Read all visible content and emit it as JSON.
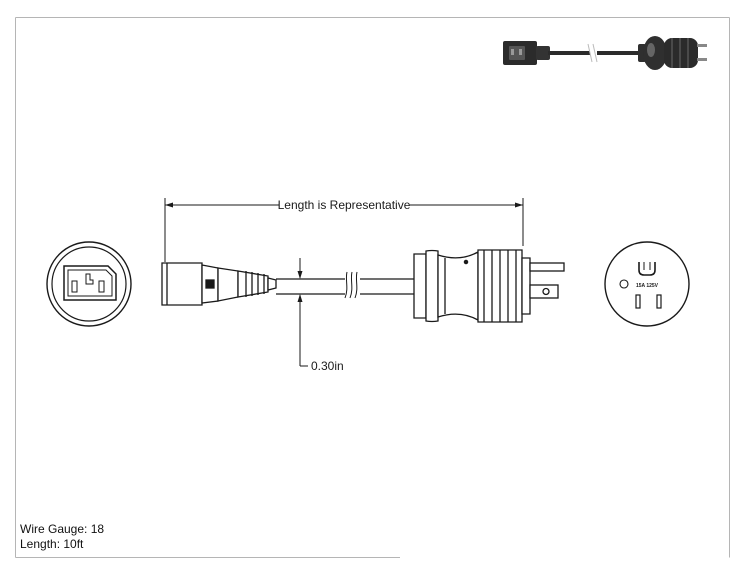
{
  "dimensions": {
    "length_label": "Length is Representative",
    "diameter_label": "0.30in"
  },
  "plug_face": {
    "rating_label": "15A 125V"
  },
  "specs": {
    "wire_gauge": "Wire Gauge: 18",
    "length": "Length: 10ft"
  },
  "colors": {
    "line": "#1a1a1a",
    "photo_body": "#2b2b2b",
    "photo_highlight": "#8a8a8a"
  },
  "icons": {
    "connector_face": "iec-c13-face-icon",
    "plug_face": "nema-5-15p-face-icon",
    "break_mark": "cable-break-icon"
  }
}
